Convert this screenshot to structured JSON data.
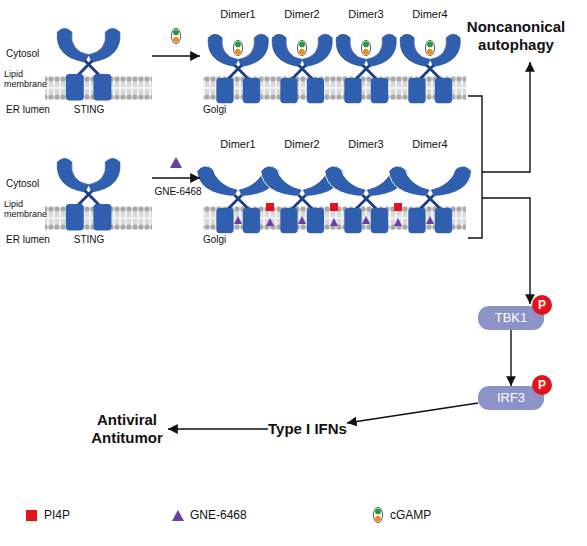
{
  "diagram": {
    "nodes": [
      {
        "text": [
          "Noncanonical autophagy"
        ]
      },
      {
        "text": [
          "TBK1"
        ]
      },
      {
        "text": [
          "P"
        ],
        "in": 1
      },
      {
        "text": [
          "IRF3"
        ]
      },
      {
        "text": [
          "P"
        ],
        "in": 3
      },
      {
        "text": [
          "Type I IFNs"
        ]
      },
      {
        "text": [
          "Antiviral Antitumor"
        ]
      }
    ],
    "edges": [
      {
        "from": 1,
        "to": 3,
        "arrow": "to"
      },
      {
        "from": 3,
        "to": 5,
        "arrow": "to"
      },
      {
        "from": 5,
        "to": 6,
        "arrow": "to"
      }
    ],
    "labels": [
      "Cytosol",
      "Lipid membrane",
      "ER lumen",
      "STING",
      "Dimer1",
      "Dimer2",
      "Dimer3",
      "Dimer4",
      "Golgi",
      "Cytosol",
      "Lipid membrane",
      "ER lumen",
      "STING",
      "GNE-6468",
      "Dimer1",
      "Dimer2",
      "Dimer3",
      "Dimer4",
      "Golgi"
    ],
    "legend": [
      {
        "text": "PI4P",
        "color": "#e3131b"
      },
      {
        "text": "GNE-6468"
      },
      {
        "text": "cGAMP"
      }
    ]
  }
}
